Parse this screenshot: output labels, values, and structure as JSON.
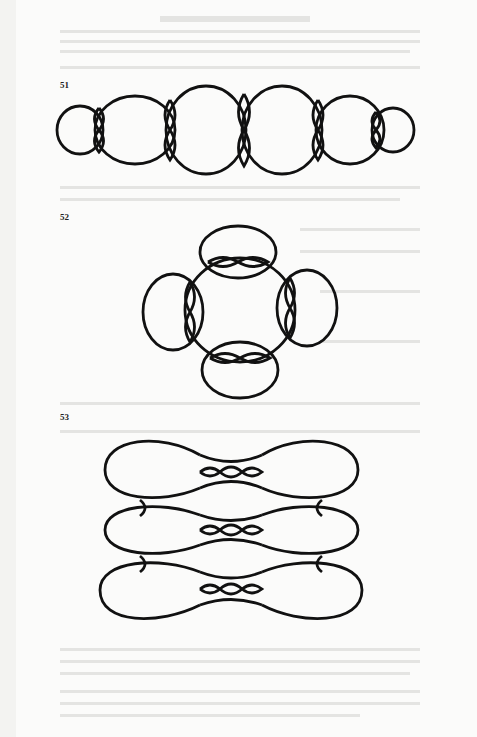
{
  "diagram": {
    "labels": [
      "51",
      "52",
      "53"
    ]
  }
}
